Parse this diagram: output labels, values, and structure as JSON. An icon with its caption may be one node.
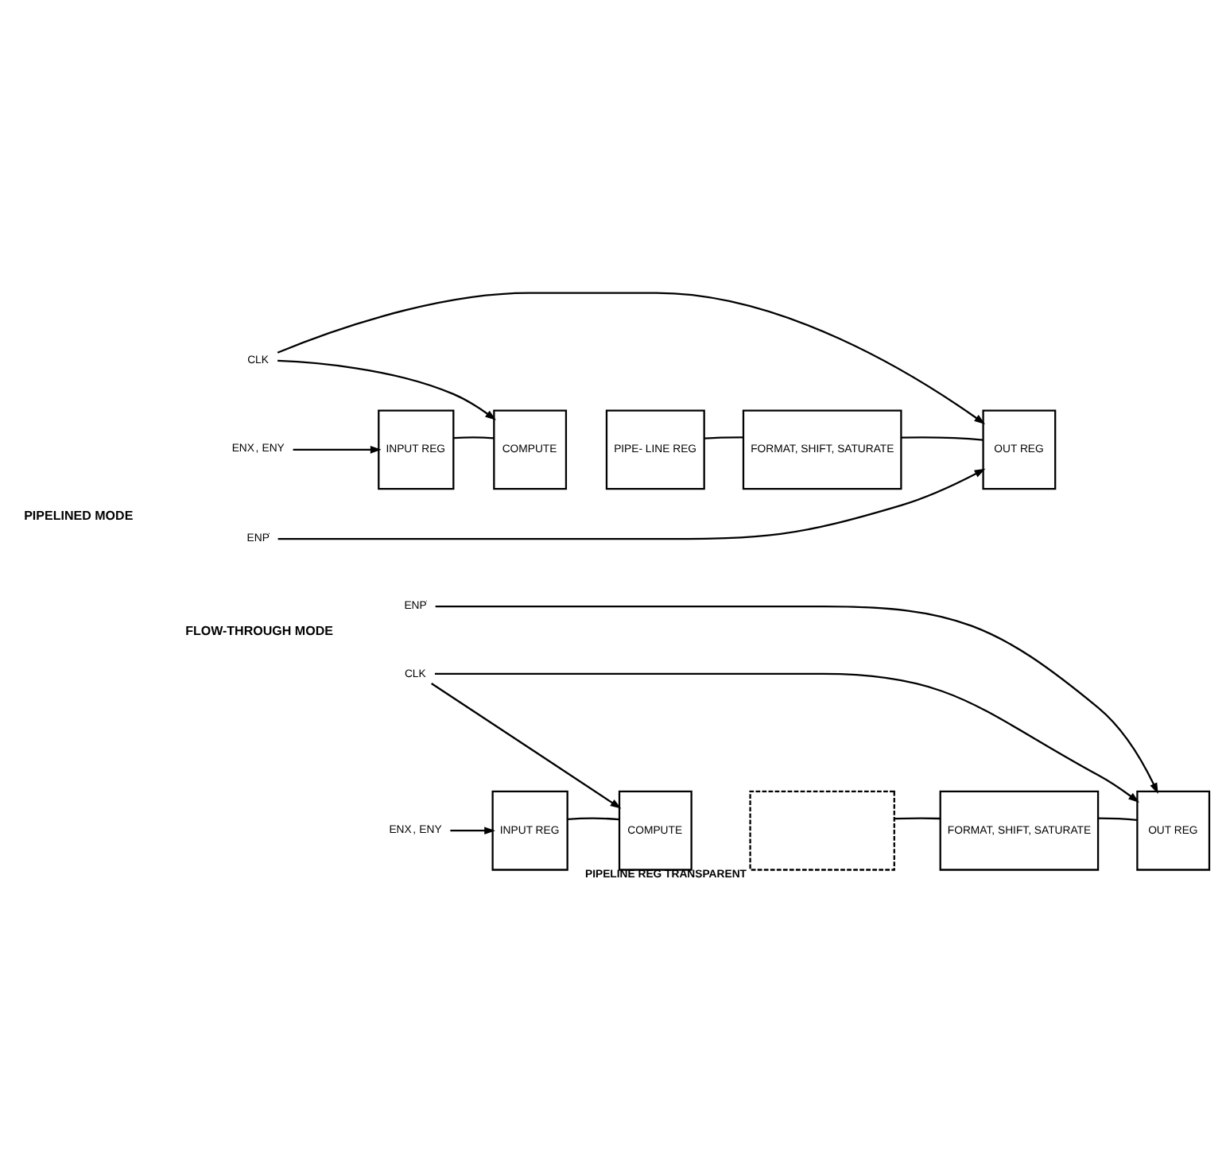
{
  "diagram": {
    "nodes": [
      {
        "text": [
          "CLK"
        ]
      },
      {
        "text": [
          "INPUT REG"
        ]
      },
      {
        "text": [
          "COMPUTE"
        ]
      },
      {
        "text": [
          "PIPE- LINE REG"
        ]
      },
      {
        "text": [
          "FORMAT, SHIFT, SATURATE"
        ]
      },
      {
        "text": [
          "OUT REG"
        ]
      },
      {
        "text": [
          "ENX, ENY"
        ]
      },
      {
        "text": [
          "ENP"
        ]
      },
      {
        "text": [
          "CLK"
        ]
      },
      {
        "text": [
          "INPUT REG"
        ]
      },
      {
        "text": [
          "COMPUTE"
        ]
      },
      {
        "text": [],
        "shape": "box",
        "beside": [
          "PIPELINE REG TRANSPARENT"
        ]
      },
      {
        "text": [
          "FORMAT, SHIFT, SATURATE"
        ]
      },
      {
        "text": [
          "OUT REG"
        ]
      },
      {
        "text": [
          "ENX, ENY"
        ]
      },
      {
        "text": [
          "ENP"
        ]
      }
    ],
    "edges": [
      {
        "from": 0,
        "to": 2,
        "arrow": "to"
      },
      {
        "from": 0,
        "to": 5,
        "arrow": "to"
      },
      {
        "from": 6,
        "to": 1,
        "arrow": "to"
      },
      {
        "from": 7,
        "to": 5,
        "arrow": "to"
      },
      {
        "from": 1,
        "to": 2,
        "arrow": "none"
      },
      {
        "from": 3,
        "to": 4,
        "arrow": "none"
      },
      {
        "from": 4,
        "to": 5,
        "arrow": "none"
      },
      {
        "from": 8,
        "to": 10,
        "arrow": "to"
      },
      {
        "from": 8,
        "to": 13,
        "arrow": "to"
      },
      {
        "from": 14,
        "to": 9,
        "arrow": "to"
      },
      {
        "from": 15,
        "to": 13,
        "arrow": "to"
      },
      {
        "from": 9,
        "to": 10,
        "arrow": "none"
      },
      {
        "from": 11,
        "to": 12,
        "arrow": "none"
      },
      {
        "from": 12,
        "to": 13,
        "arrow": "none"
      }
    ],
    "labels": [
      "PIPELINED MODE",
      "FLOW-THROUGH MODE"
    ]
  }
}
